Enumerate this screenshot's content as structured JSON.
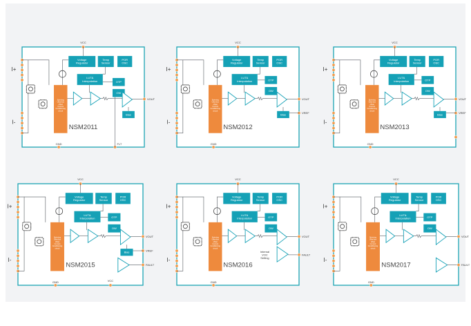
{
  "blocks": {
    "vreg": [
      "Voltage",
      "Regulator"
    ],
    "temp": [
      "Temp",
      "Sensor"
    ],
    "por": [
      "POR",
      "OSC"
    ],
    "lut": [
      "LUT&",
      "Interpolation"
    ],
    "otp": "OTP",
    "ow": "OW",
    "bias": "Bias",
    "afe": [
      "Spinning",
      "Ultra-low",
      "offset",
      "Current",
      "Conditioning",
      "circuit"
    ],
    "internal": [
      "Internal",
      "VOC",
      "Setting"
    ]
  },
  "pins": {
    "vcc": "VCC",
    "gnd": "GND",
    "vout": "VOUT",
    "vref": "VREF",
    "flt": "FLT",
    "fault": "FAULT",
    "ip": "I+",
    "im": "I-"
  },
  "chips": [
    {
      "name": "NSM2011",
      "variant": "2011"
    },
    {
      "name": "NSM2012",
      "variant": "2012"
    },
    {
      "name": "NSM2013",
      "variant": "2013"
    },
    {
      "name": "NSM2015",
      "variant": "2015"
    },
    {
      "name": "NSM2016",
      "variant": "2016"
    },
    {
      "name": "NSM2017",
      "variant": "2017"
    }
  ],
  "colors": {
    "frame": "#1aa3b2",
    "block": "#15a1b6",
    "afe": "#ee8a3d",
    "pin": "#f29a4a"
  }
}
